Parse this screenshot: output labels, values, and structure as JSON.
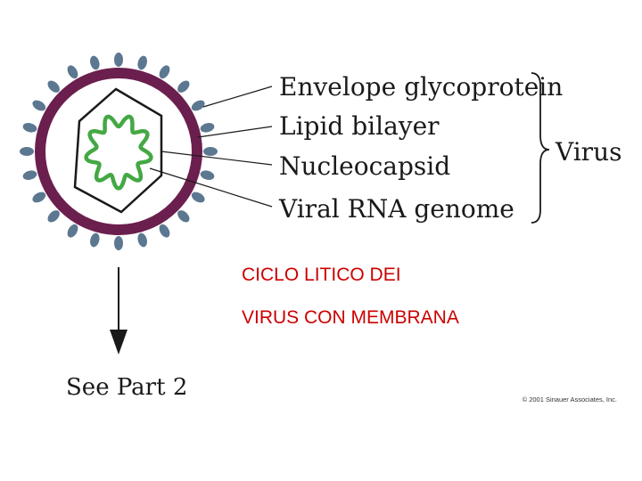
{
  "labels": {
    "envelope_glycoprotein": "Envelope glycoprotein",
    "lipid_bilayer": "Lipid bilayer",
    "nucleocapsid": "Nucleocapsid",
    "viral_rna_genome": "Viral RNA genome",
    "virus": "Virus"
  },
  "see_part": "See Part 2",
  "caption": {
    "line1": "CICLO LITICO DEI",
    "line2": "VIRUS CON MEMBRANA"
  },
  "credit": "© 2001 Sinauer Associates, Inc.",
  "colors": {
    "membrane": "#6b1f4e",
    "glycoprotein": "#5c7891",
    "rna": "#44a844",
    "caption": "#cc0000"
  },
  "glycoprotein_count": 24
}
